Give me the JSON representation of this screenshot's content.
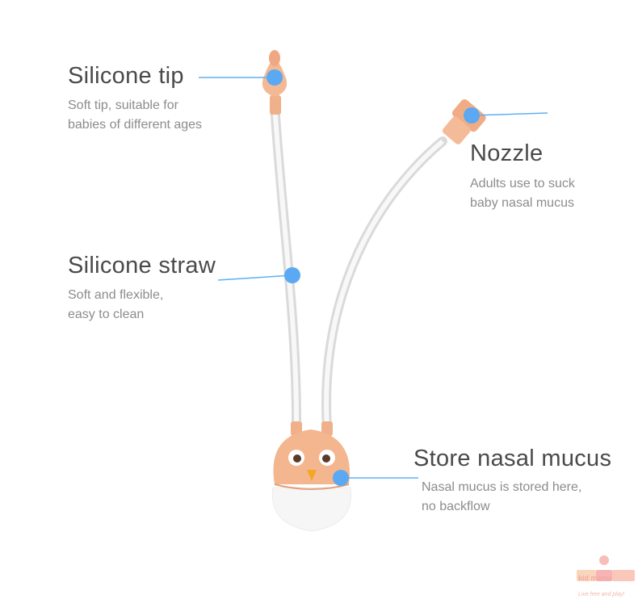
{
  "colors": {
    "background": "#ffffff",
    "callout_line": "#5fb0f0",
    "callout_dot": "#5aa9f2",
    "silicone_peach": "#f2b48c",
    "tube": "#e6e6e6",
    "cup": "#f5f5f5",
    "title_text": "#4a4a4a",
    "desc_text": "#8c8c8c"
  },
  "callouts": {
    "tip": {
      "title": "Silicone tip",
      "desc": [
        "Soft tip, suitable for",
        "babies of different ages"
      ]
    },
    "nozzle": {
      "title": "Nozzle",
      "desc": [
        "Adults use to suck",
        "baby nasal mucus"
      ]
    },
    "straw": {
      "title": "Silicone straw",
      "desc": [
        "Soft and flexible,",
        "easy to clean"
      ]
    },
    "store": {
      "title": "Store nasal mucus",
      "desc": [
        "Nasal mucus is stored here,",
        "no backflow"
      ]
    }
  },
  "watermark": {
    "brand": "kid mama",
    "tagline": "Live free and play!"
  }
}
